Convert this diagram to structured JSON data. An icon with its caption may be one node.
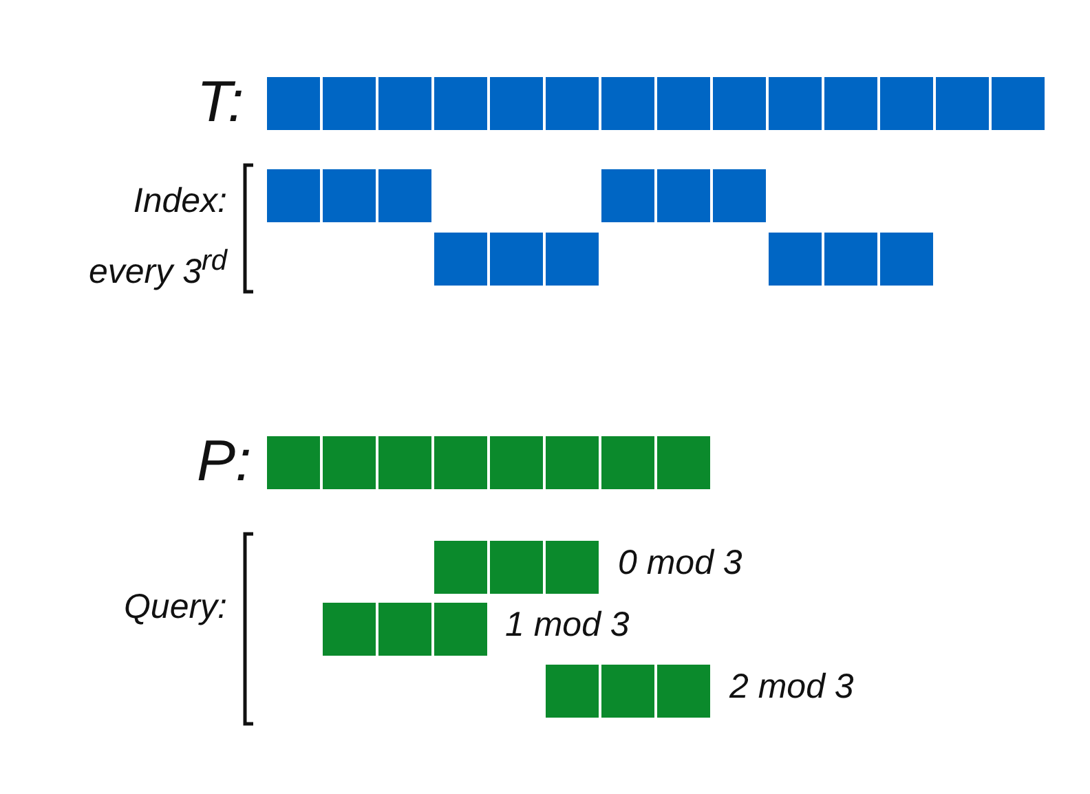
{
  "diagram": {
    "labels": [
      "T:",
      "Index: every 3$^{rd}$",
      "P:",
      "Query:",
      "0 mod 3",
      "1 mod 3",
      "2 mod 3"
    ]
  }
}
